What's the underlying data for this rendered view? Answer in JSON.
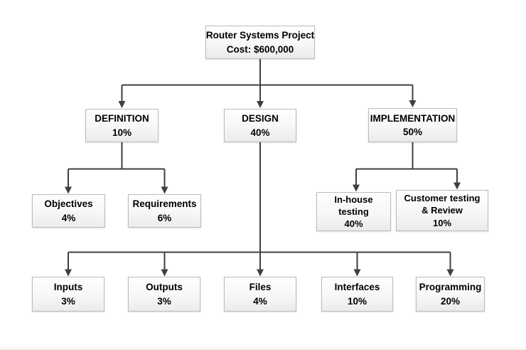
{
  "style": {
    "connector_color": "#3f3f3f",
    "box_border_color": "#bcbcbc",
    "box_fill_top": "#fefefe",
    "box_fill_bottom": "#ebebeb",
    "text_color": "#000000",
    "background": "#ffffff"
  },
  "nodes": {
    "root": {
      "lines": [
        "Router Systems Project",
        "Cost: $600,000"
      ]
    },
    "definition": {
      "lines": [
        "DEFINITION",
        "10%"
      ]
    },
    "design": {
      "lines": [
        "DESIGN",
        "40%"
      ]
    },
    "implementation": {
      "lines": [
        "IMPLEMENTATION",
        "50%"
      ]
    },
    "objectives": {
      "lines": [
        "Objectives",
        "4%"
      ]
    },
    "requirements": {
      "lines": [
        "Requirements",
        "6%"
      ]
    },
    "inhouse_testing": {
      "lines": [
        "In-house",
        "testing",
        "40%"
      ]
    },
    "customer_testing": {
      "lines": [
        "Customer testing",
        "& Review",
        "10%"
      ]
    },
    "inputs": {
      "lines": [
        "Inputs",
        "3%"
      ]
    },
    "outputs": {
      "lines": [
        "Outputs",
        "3%"
      ]
    },
    "files": {
      "lines": [
        "Files",
        "4%"
      ]
    },
    "interfaces": {
      "lines": [
        "Interfaces",
        "10%"
      ]
    },
    "programming": {
      "lines": [
        "Programming",
        "20%"
      ]
    }
  }
}
